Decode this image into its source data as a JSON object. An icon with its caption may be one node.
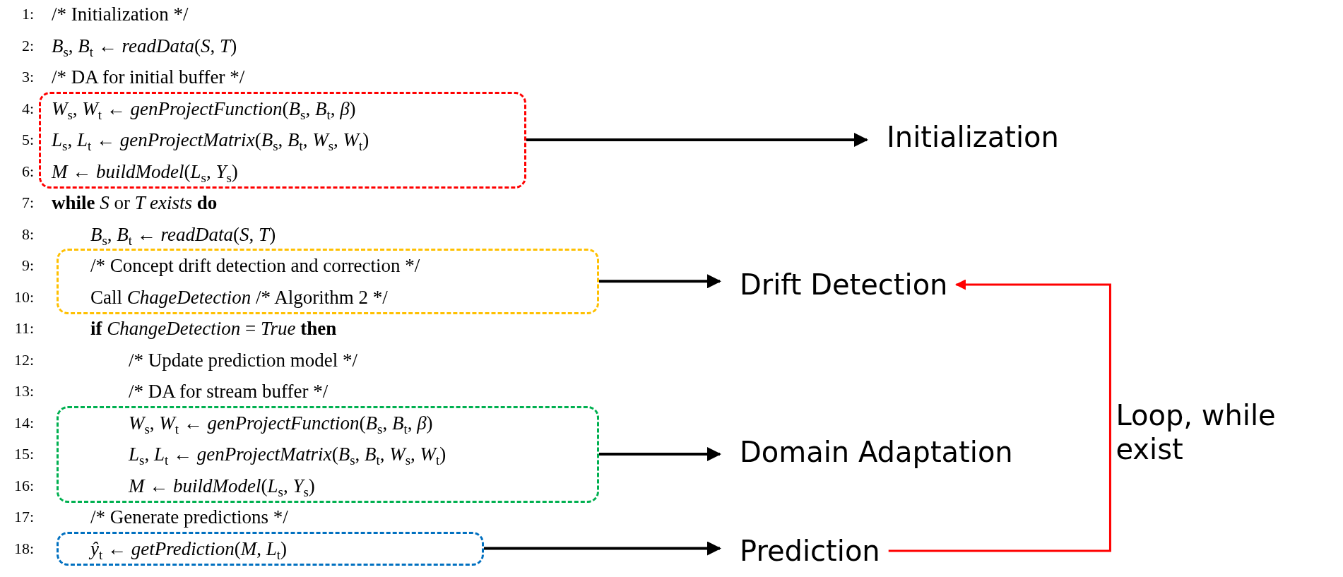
{
  "diagram": {
    "nodes": [
      {
        "text": [
          "*W*$_{s}$, *W*$_{t}$ ← *genProjectFunction*(*B*$_{s}$, *B*$_{t}$, *β*)",
          "*L*$_{s}$, *L*$_{t}$ ← *genProjectMatrix*(*B*$_{s}$, *B*$_{t}$, *W*$_{s}$, *W*$_{t}$)",
          "*M* ← *buildModel*(*L*$_{s}$, *Y*$_{s}$)"
        ],
        "beside": [
          "4:",
          "5:",
          "6:"
        ]
      },
      {
        "text": [
          "/* Concept drift detection and correction */",
          "Call *ChageDetection* /* Algorithm 2 */"
        ],
        "beside": [
          "9:",
          "10:"
        ]
      },
      {
        "text": [
          "*W*$_{s}$, *W*$_{t}$ ← *genProjectFunction*(*B*$_{s}$, *B*$_{t}$, *β*)",
          "*L*$_{s}$, *L*$_{t}$ ← *genProjectMatrix*(*B*$_{s}$, *B*$_{t}$, *W*$_{s}$, *W*$_{t}$)",
          "*M* ← *buildModel*(*L*$_{s}$, *Y*$_{s}$)"
        ],
        "beside": [
          "14:",
          "15:",
          "16:"
        ]
      },
      {
        "text": [
          "*ŷ*$_{t}$ ← *getPrediction*(*M*, *L*$_{t}$)"
        ],
        "beside": [
          "18:"
        ]
      },
      {
        "text": [
          "Initialization"
        ]
      },
      {
        "text": [
          "Drift Detection"
        ]
      },
      {
        "text": [
          "Domain Adaptation"
        ]
      },
      {
        "text": [
          "Prediction"
        ]
      }
    ],
    "edges": [
      {
        "from": 0,
        "to": 4,
        "arrow": "to"
      },
      {
        "from": 1,
        "to": 5,
        "arrow": "to"
      },
      {
        "from": 2,
        "to": 6,
        "arrow": "to"
      },
      {
        "from": 3,
        "to": 7,
        "arrow": "to"
      },
      {
        "from": 7,
        "to": 5,
        "arrow": "to",
        "label": "Loop, while exist",
        "color": "#ff0000"
      }
    ],
    "labels": [
      "1:",
      "/* Initialization */",
      "2:",
      "*B*$_{s}$, *B*$_{t}$ ← *readData*(*S*, *T*)",
      "3:",
      "/* DA for initial buffer */",
      "7:",
      "**while** *S* or *T exists* **do**",
      "8:",
      "*B*$_{s}$, *B*$_{t}$ ← *readData*(*S*, *T*)",
      "11:",
      "**if** *ChangeDetection* = *True* **then**",
      "12:",
      "/* Update prediction model */",
      "13:",
      "/* DA for stream buffer */",
      "17:",
      "/* Generate predictions */"
    ]
  }
}
